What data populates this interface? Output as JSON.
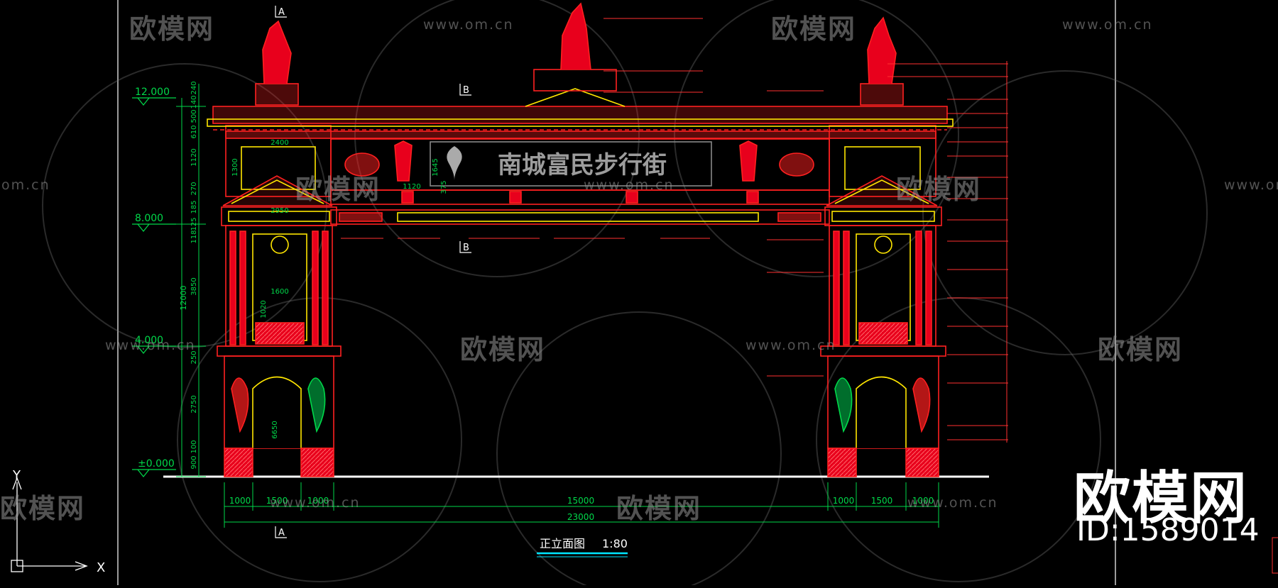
{
  "watermark": {
    "brand": "欧模网",
    "url": "www.om.cn",
    "url_partial": "om.cn"
  },
  "corner_brand": {
    "name": "欧模网",
    "id": "ID:1589014"
  },
  "drawing": {
    "sign_text": "南城富民步行街",
    "caption": "正立面图",
    "scale": "1:80",
    "section_marks": [
      "A",
      "B"
    ],
    "axis_x": "X",
    "axis_y": "Y",
    "levels": [
      "12.000",
      "8.000",
      "4.000",
      "±0.000"
    ],
    "left_vertical_dims": [
      "240",
      "140",
      "500",
      "610",
      "1120",
      "270",
      "185",
      "125",
      "118",
      "3850",
      "250",
      "2750",
      "100",
      "900"
    ],
    "total_height_dim": "12000",
    "left_pier_dims": [
      "2400",
      "1300",
      "2950",
      "1600",
      "1020",
      "6650"
    ],
    "center_dims": [
      "1645",
      "1120",
      "375"
    ],
    "bottom_dims": [
      "1000",
      "1500",
      "1000",
      "15000",
      "1000",
      "1500",
      "1000"
    ],
    "overall_width": "23000",
    "colors": {
      "line_red": "#ff2020",
      "line_yellow": "#ffe600",
      "dim_green": "#00d94a",
      "note_red": "#ff3030",
      "caption_cyan": "#00e5ff",
      "frame_white": "#ffffff"
    }
  }
}
